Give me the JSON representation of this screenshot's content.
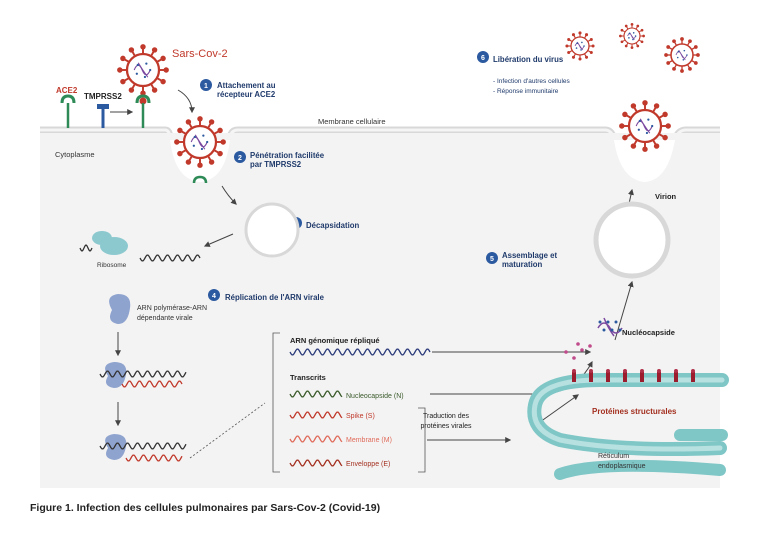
{
  "virus_name": "Sars-Cov-2",
  "receptors": {
    "ace2": "ACE2",
    "tmprss2": "TMPRSS2"
  },
  "regions": {
    "membrane": "Membrane cellulaire",
    "cytoplasm": "Cytoplasme",
    "ribosome": "Ribosome"
  },
  "steps": [
    {
      "num": "1",
      "line1": "Attachement au",
      "line2": "récepteur ACE2"
    },
    {
      "num": "2",
      "line1": "Pénétration facilitée",
      "line2": "par TMPRSS2"
    },
    {
      "num": "3",
      "line1": "Décapsidation",
      "line2": ""
    },
    {
      "num": "4",
      "line1": "Réplication de l'ARN virale",
      "line2": ""
    },
    {
      "num": "5",
      "line1": "Assemblage et",
      "line2": "maturation"
    },
    {
      "num": "6",
      "line1": "Libération du virus",
      "line2": ""
    }
  ],
  "release_notes": [
    "- Infection d'autres cellules",
    "- Réponse immunitaire"
  ],
  "polymerase": [
    "ARN polymérase-ARN",
    "dépendante virale"
  ],
  "rna_box": {
    "genomic": "ARN génomique répliqué",
    "transcripts": "Transcrits",
    "items": [
      "Nucleocapside (N)",
      "Spike (S)",
      "Membrane (M)",
      "Enveloppe (E)"
    ]
  },
  "translation": [
    "Traduction des",
    "protéines virales"
  ],
  "nucleocapsid": "Nucléocapside",
  "virion": "Virion",
  "structural_proteins": "Protéines structurales",
  "er": [
    "Réticulum",
    "endoplasmique"
  ],
  "caption": "Figure 1. Infection des cellules pulmonaires par Sars-Cov-2 (Covid-19)",
  "colors": {
    "virus": "#c0392b",
    "step_badge": "#2c5aa0",
    "er": "#7fc6c6",
    "polymerase": "#8fa3cf",
    "ribosome": "#8cc9cf",
    "wave_dark": "#2a3a7a",
    "wave_green": "#3a5a2a",
    "wave_red": "#c0392b"
  }
}
